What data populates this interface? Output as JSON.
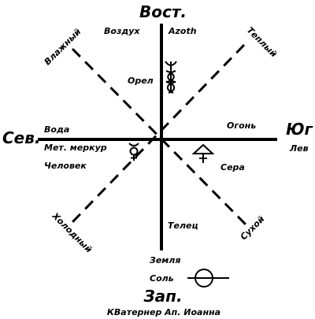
{
  "directions": {
    "east": "Вост.",
    "north": "Сев.",
    "south": "Юг",
    "west": "Зап."
  },
  "qualities": {
    "wet": "Влажный",
    "warm": "Теплый",
    "cold": "Холодный",
    "dry": "Сухой"
  },
  "top": {
    "air": "Воздух",
    "azoth": "Azoth",
    "eagle": "Орел"
  },
  "left": {
    "water": "Вода",
    "mercury": "Мет. меркур",
    "human": "Человек"
  },
  "right": {
    "fire": "Огонь",
    "lion": "Лев",
    "sulfur": "Сера"
  },
  "bottom": {
    "bull": "Телец",
    "earth": "Земля",
    "salt": "Соль"
  },
  "caption": "КВатернер Ап. Иоанна",
  "symbols": {
    "azoth": "caduceus-icon",
    "mercury": "mercury-symbol-icon",
    "sulfur": "sulfur-symbol-icon",
    "salt": "salt-symbol-icon"
  }
}
